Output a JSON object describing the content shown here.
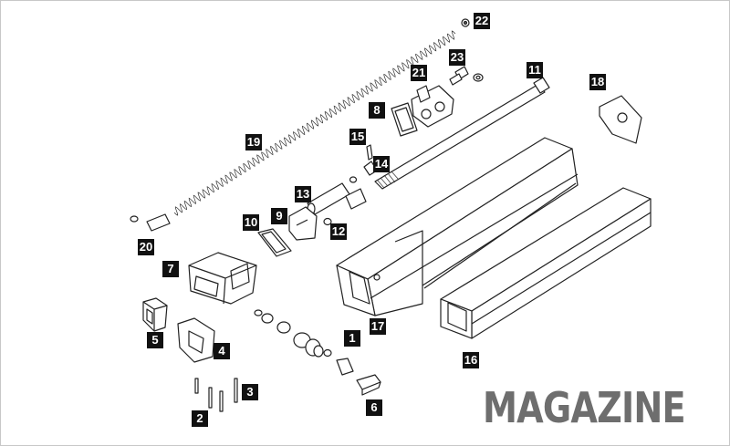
{
  "title": "MAGAZINE",
  "callouts": {
    "p1": "1",
    "p2": "2",
    "p3": "3",
    "p4": "4",
    "p5": "5",
    "p6": "6",
    "p7": "7",
    "p8": "8",
    "p9": "9",
    "p10": "10",
    "p11": "11",
    "p12": "12",
    "p13": "13",
    "p14": "14",
    "p15": "15",
    "p16": "16",
    "p17": "17",
    "p18": "18",
    "p19": "19",
    "p20": "20",
    "p21": "21",
    "p22": "22",
    "p23": "23"
  },
  "colors": {
    "callout_bg": "#111111",
    "callout_text": "#ffffff",
    "title_text": "#6e6e6e"
  }
}
